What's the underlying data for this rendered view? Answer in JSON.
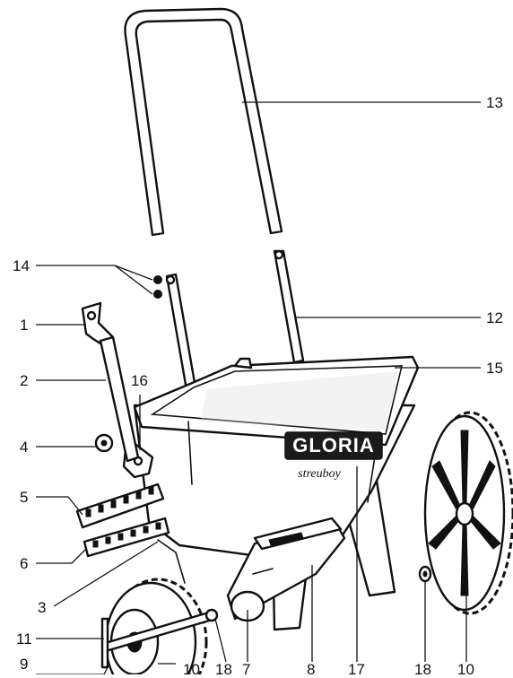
{
  "brand": {
    "logo_text": "GLORIA",
    "model_text": "streuboy"
  },
  "callouts": {
    "c1": "1",
    "c2": "2",
    "c3": "3",
    "c4": "4",
    "c5": "5",
    "c6": "6",
    "c7": "7",
    "c8": "8",
    "c9": "9",
    "c10_left": "10",
    "c10_right": "10",
    "c11": "11",
    "c12": "12",
    "c13": "13",
    "c14": "14",
    "c15": "15",
    "c16": "16",
    "c17": "17",
    "c18_left": "18",
    "c18_right": "18"
  }
}
